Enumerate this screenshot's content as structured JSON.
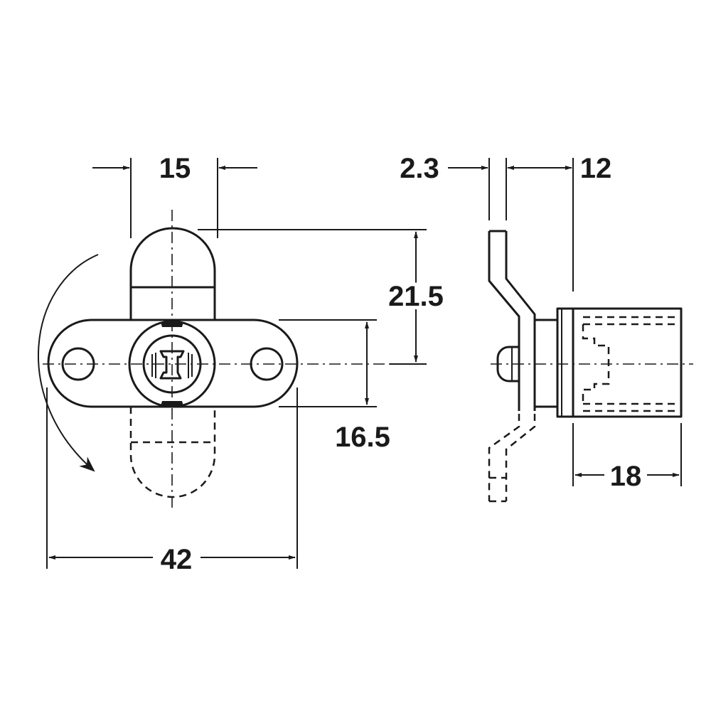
{
  "drawing": {
    "dimensions": {
      "width_15": "15",
      "height_21_5": "21.5",
      "height_16_5": "16.5",
      "length_42": "42",
      "thickness_2_3": "2.3",
      "offset_12": "12",
      "depth_18": "18"
    }
  }
}
